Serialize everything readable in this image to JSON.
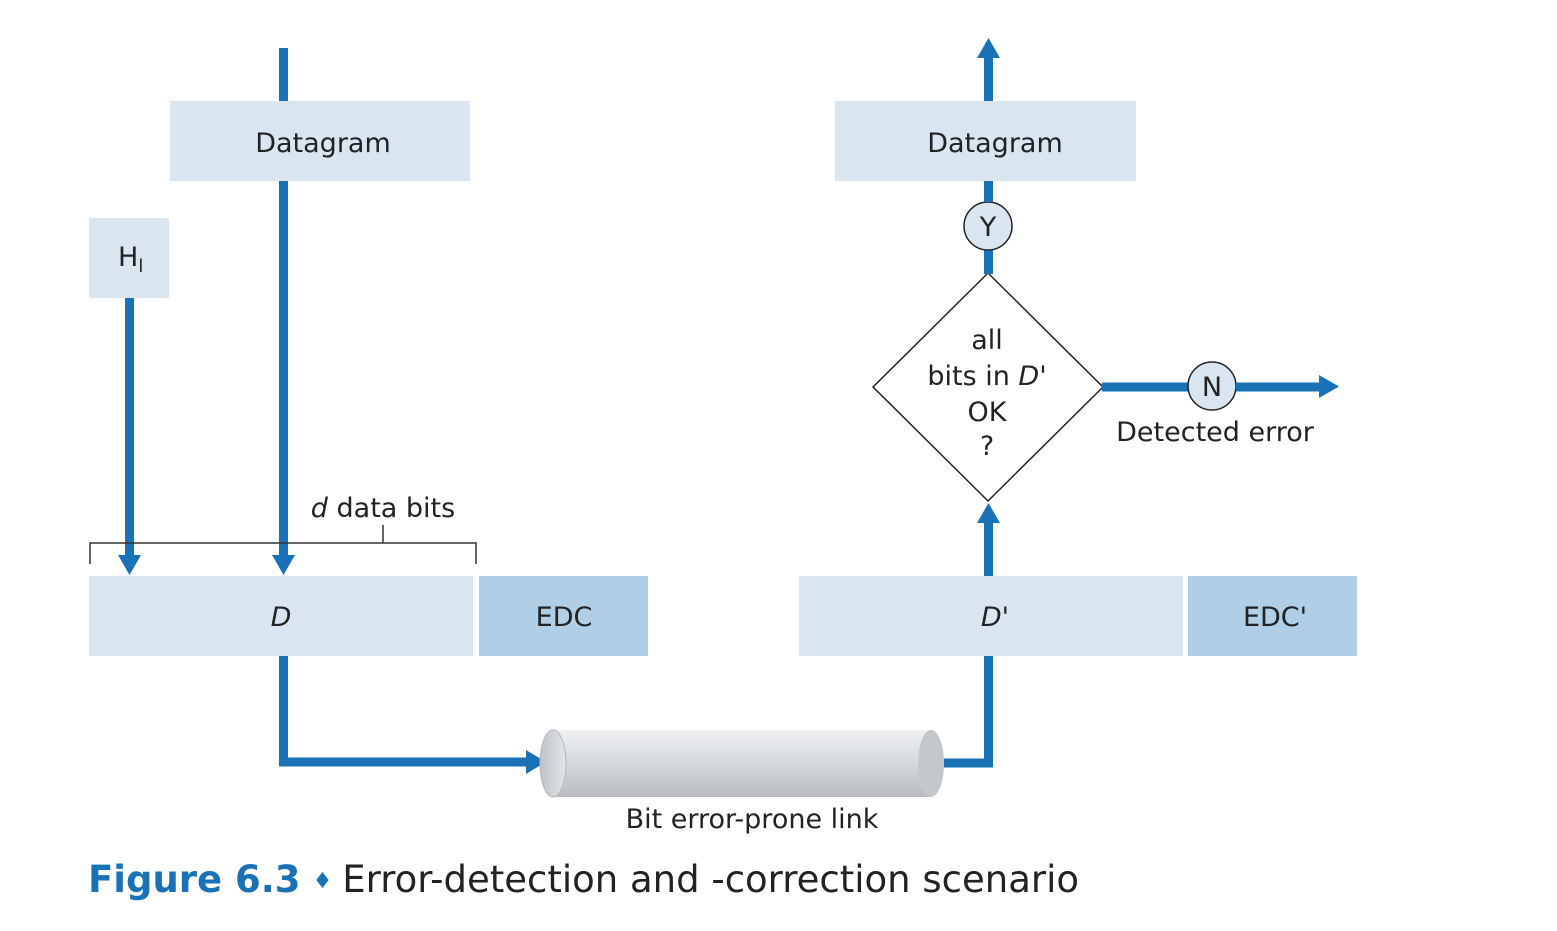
{
  "sender": {
    "datagram_label": "Datagram",
    "header_label": "H",
    "header_subscript": "l",
    "data_label": "D",
    "edc_label": "EDC",
    "brace_label_var": "d",
    "brace_label_text": " data bits"
  },
  "receiver": {
    "datagram_label": "Datagram",
    "data_label": "D'",
    "edc_label": "EDC'",
    "decision": {
      "line1": "all",
      "line2_pre": "bits in ",
      "line2_var": "D",
      "line2_post": "'",
      "line3": "OK",
      "line4": "?"
    },
    "yes_label": "Y",
    "no_label": "N",
    "error_label": "Detected error"
  },
  "link": {
    "label": "Bit error-prone link"
  },
  "caption": {
    "figure": "Figure 6.3",
    "separator": "♦",
    "text": "Error-detection and -correction scenario"
  },
  "colors": {
    "arrow": "#1a72b6",
    "box_light": "#d9e6f2",
    "box_dark": "#b0cfe6",
    "link_body": "#d3d6da"
  }
}
